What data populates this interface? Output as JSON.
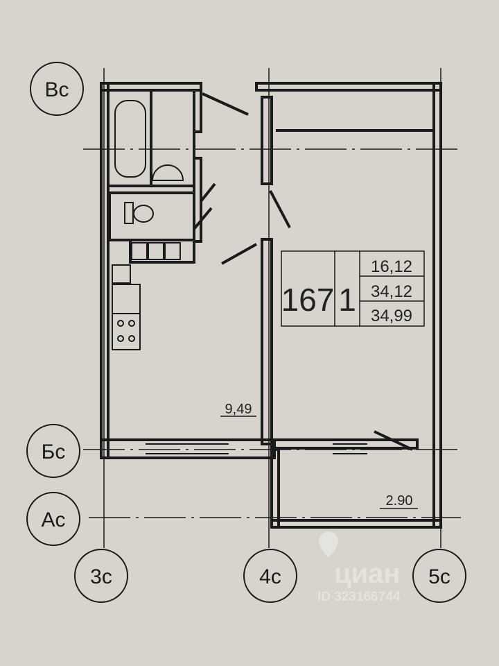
{
  "axes": {
    "vc": "Вс",
    "bc": "Бс",
    "ac": "Ас",
    "c3": "3с",
    "c4": "4с",
    "c5": "5с"
  },
  "apartment": {
    "number": "167",
    "rooms": "1",
    "living_area": "16,12",
    "total_area": "34,12",
    "total_area_with_balcony": "34,99"
  },
  "rooms": {
    "kitchen_area": "9,49",
    "balcony_area": "2.90"
  },
  "watermark": {
    "brand": "циан",
    "id": "ID 323166744"
  },
  "colors": {
    "paper": "#d6d4cc",
    "ink": "#1a1a1a"
  }
}
